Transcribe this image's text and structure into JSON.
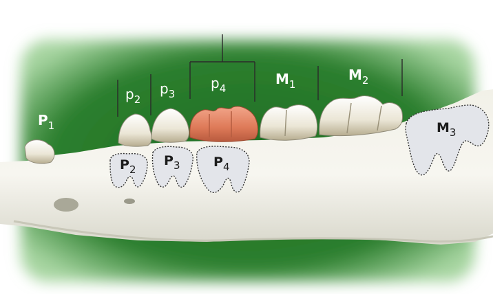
{
  "colors": {
    "background": "#ffffff",
    "green_dark": "#1f6d24",
    "green_light": "#9fd29a",
    "bone": "#f3f2ea",
    "tooth_enamel": "#f6f3ea",
    "tooth_shadow": "#b5ab8e",
    "highlight_tooth": "#df7c5c",
    "unerupted_fill": "#e3e5ea",
    "bracket_line": "#2a2a2a"
  },
  "labels": {
    "P1": {
      "base": "P",
      "sub": "1"
    },
    "p2": {
      "base": "p",
      "sub": "2"
    },
    "p3": {
      "base": "p",
      "sub": "3"
    },
    "p4": {
      "base": "p",
      "sub": "4"
    },
    "M1": {
      "base": "M",
      "sub": "1"
    },
    "M2": {
      "base": "M",
      "sub": "2"
    },
    "P2_bud": {
      "base": "P",
      "sub": "2"
    },
    "P3_bud": {
      "base": "P",
      "sub": "3"
    },
    "P4_bud": {
      "base": "P",
      "sub": "4"
    },
    "M3_bud": {
      "base": "M",
      "sub": "3"
    }
  }
}
